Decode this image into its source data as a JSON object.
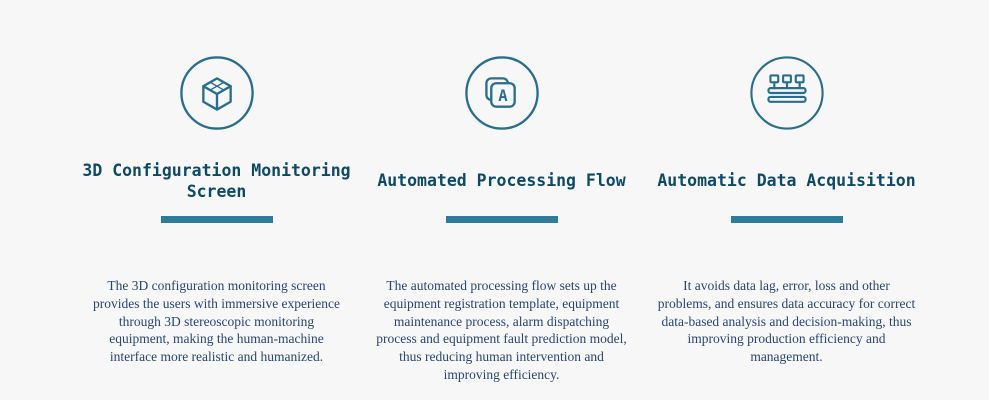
{
  "theme": {
    "background": "#f7f7f7",
    "accent": "#2d7c99",
    "title_color": "#0d4a66",
    "body_color": "#274672",
    "icon_color": "#2a6e8e"
  },
  "features": [
    {
      "icon": "cube-3d-icon",
      "title": "3D Configuration Monitoring Screen",
      "description": "The 3D configuration monitoring screen provides the users with immersive experience through 3D stereoscopic monitoring equipment, making the human-machine interface more realistic and humanized."
    },
    {
      "icon": "automated-flow-icon",
      "icon_letter": "A",
      "title": "Automated Processing Flow",
      "description": "The automated processing flow sets up the equipment registration template, equipment maintenance process, alarm dispatching process and equipment fault prediction model, thus reducing human intervention and improving efficiency."
    },
    {
      "icon": "data-acquisition-icon",
      "title": "Automatic Data Acquisition",
      "description": "It avoids data lag, error, loss and other problems, and ensures data accuracy for correct data-based analysis and decision-making, thus improving production efficiency and management."
    }
  ]
}
